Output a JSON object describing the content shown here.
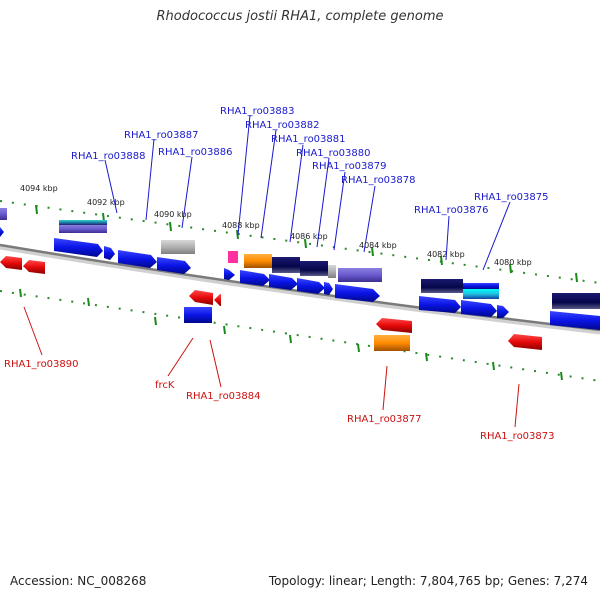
{
  "title": "Rhodococcus jostii RHA1, complete genome",
  "accession": "Accession: NC_008268",
  "summary": "Topology: linear; Length: 7,804,765 bp; Genes: 7,274",
  "colors": {
    "forward_cds": "#0a14e6",
    "reverse_cds": "#e60a0a",
    "label_forward": "#1a1acc",
    "label_reverse": "#cc1111",
    "tick": "#1a8a1a",
    "backbone": "#888888"
  },
  "scale_labels": [
    "4094 kbp",
    "4092 kbp",
    "4090 kbp",
    "4088 kbp",
    "4086 kbp",
    "4084 kbp",
    "4082 kbp",
    "4080 kbp"
  ],
  "forward_labels": [
    "RHA1_ro03888",
    "RHA1_ro03887",
    "RHA1_ro03886",
    "RHA1_ro03883",
    "RHA1_ro03882",
    "RHA1_ro03881",
    "RHA1_ro03880",
    "RHA1_ro03879",
    "RHA1_ro03878",
    "RHA1_ro03876",
    "RHA1_ro03875"
  ],
  "reverse_labels": [
    "RHA1_ro03890",
    "frcK",
    "RHA1_ro03884",
    "RHA1_ro03877",
    "RHA1_ro03873"
  ]
}
